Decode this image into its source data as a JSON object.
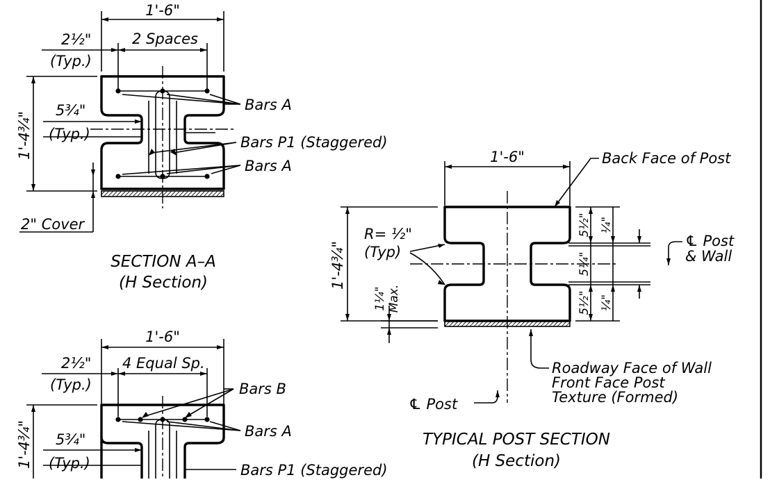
{
  "section_aa": {
    "dim_width": "1'-6\"",
    "dim_edge": "2½\"",
    "dim_edge_typ": "(Typ.)",
    "dim_spaces": "2  Spaces",
    "dim_height": "1'-4¾\"",
    "dim_web": "5¾\"",
    "dim_web_typ": "(Typ.)",
    "label_bars_a_top": "Bars  A",
    "label_bars_p1": "Bars  P1 (Staggered)",
    "label_bars_a_bottom": "Bars  A",
    "label_cover": "2\"  Cover",
    "title": "SECTION  A–A",
    "subtitle": "(H  Section)"
  },
  "section_bb": {
    "dim_width": "1'-6\"",
    "dim_edge": "2½\"",
    "dim_edge_typ": "(Typ.)",
    "dim_spaces": "4  Equal Sp.",
    "dim_height": "1'-4¾\"",
    "dim_web": "5¾\"",
    "dim_web_typ": "(Typ.)",
    "label_bars_b": "Bars  B",
    "label_bars_a": "Bars  A",
    "label_bars_p1": "Bars  P1 (Staggered)"
  },
  "typical_post": {
    "dim_width": "1'-6\"",
    "label_back_face": "Back  Face  of  Post",
    "dim_height": "1'-4¾\"",
    "radius_label": "R=  ½\"",
    "radius_typ": "(Typ)",
    "dim_max": "1¼\"",
    "dim_max_label": "Max.",
    "dim_right_1": "5½\"",
    "dim_right_2": "5¼\"",
    "dim_right_3": "5½\"",
    "dim_quarter_1": "¼\"",
    "dim_quarter_2": "¼\"",
    "label_cl_post_wall_1": "℄  Post",
    "label_cl_post_wall_2": "&  Wall",
    "label_roadway_1": "Roadway  Face  of  Wall",
    "label_roadway_2": "Front  Face  Post",
    "label_roadway_3": "Texture  (Formed)",
    "label_cl_post": "℄  Post",
    "title": "TYPICAL  POST  SECTION",
    "subtitle": "(H  Section)"
  }
}
